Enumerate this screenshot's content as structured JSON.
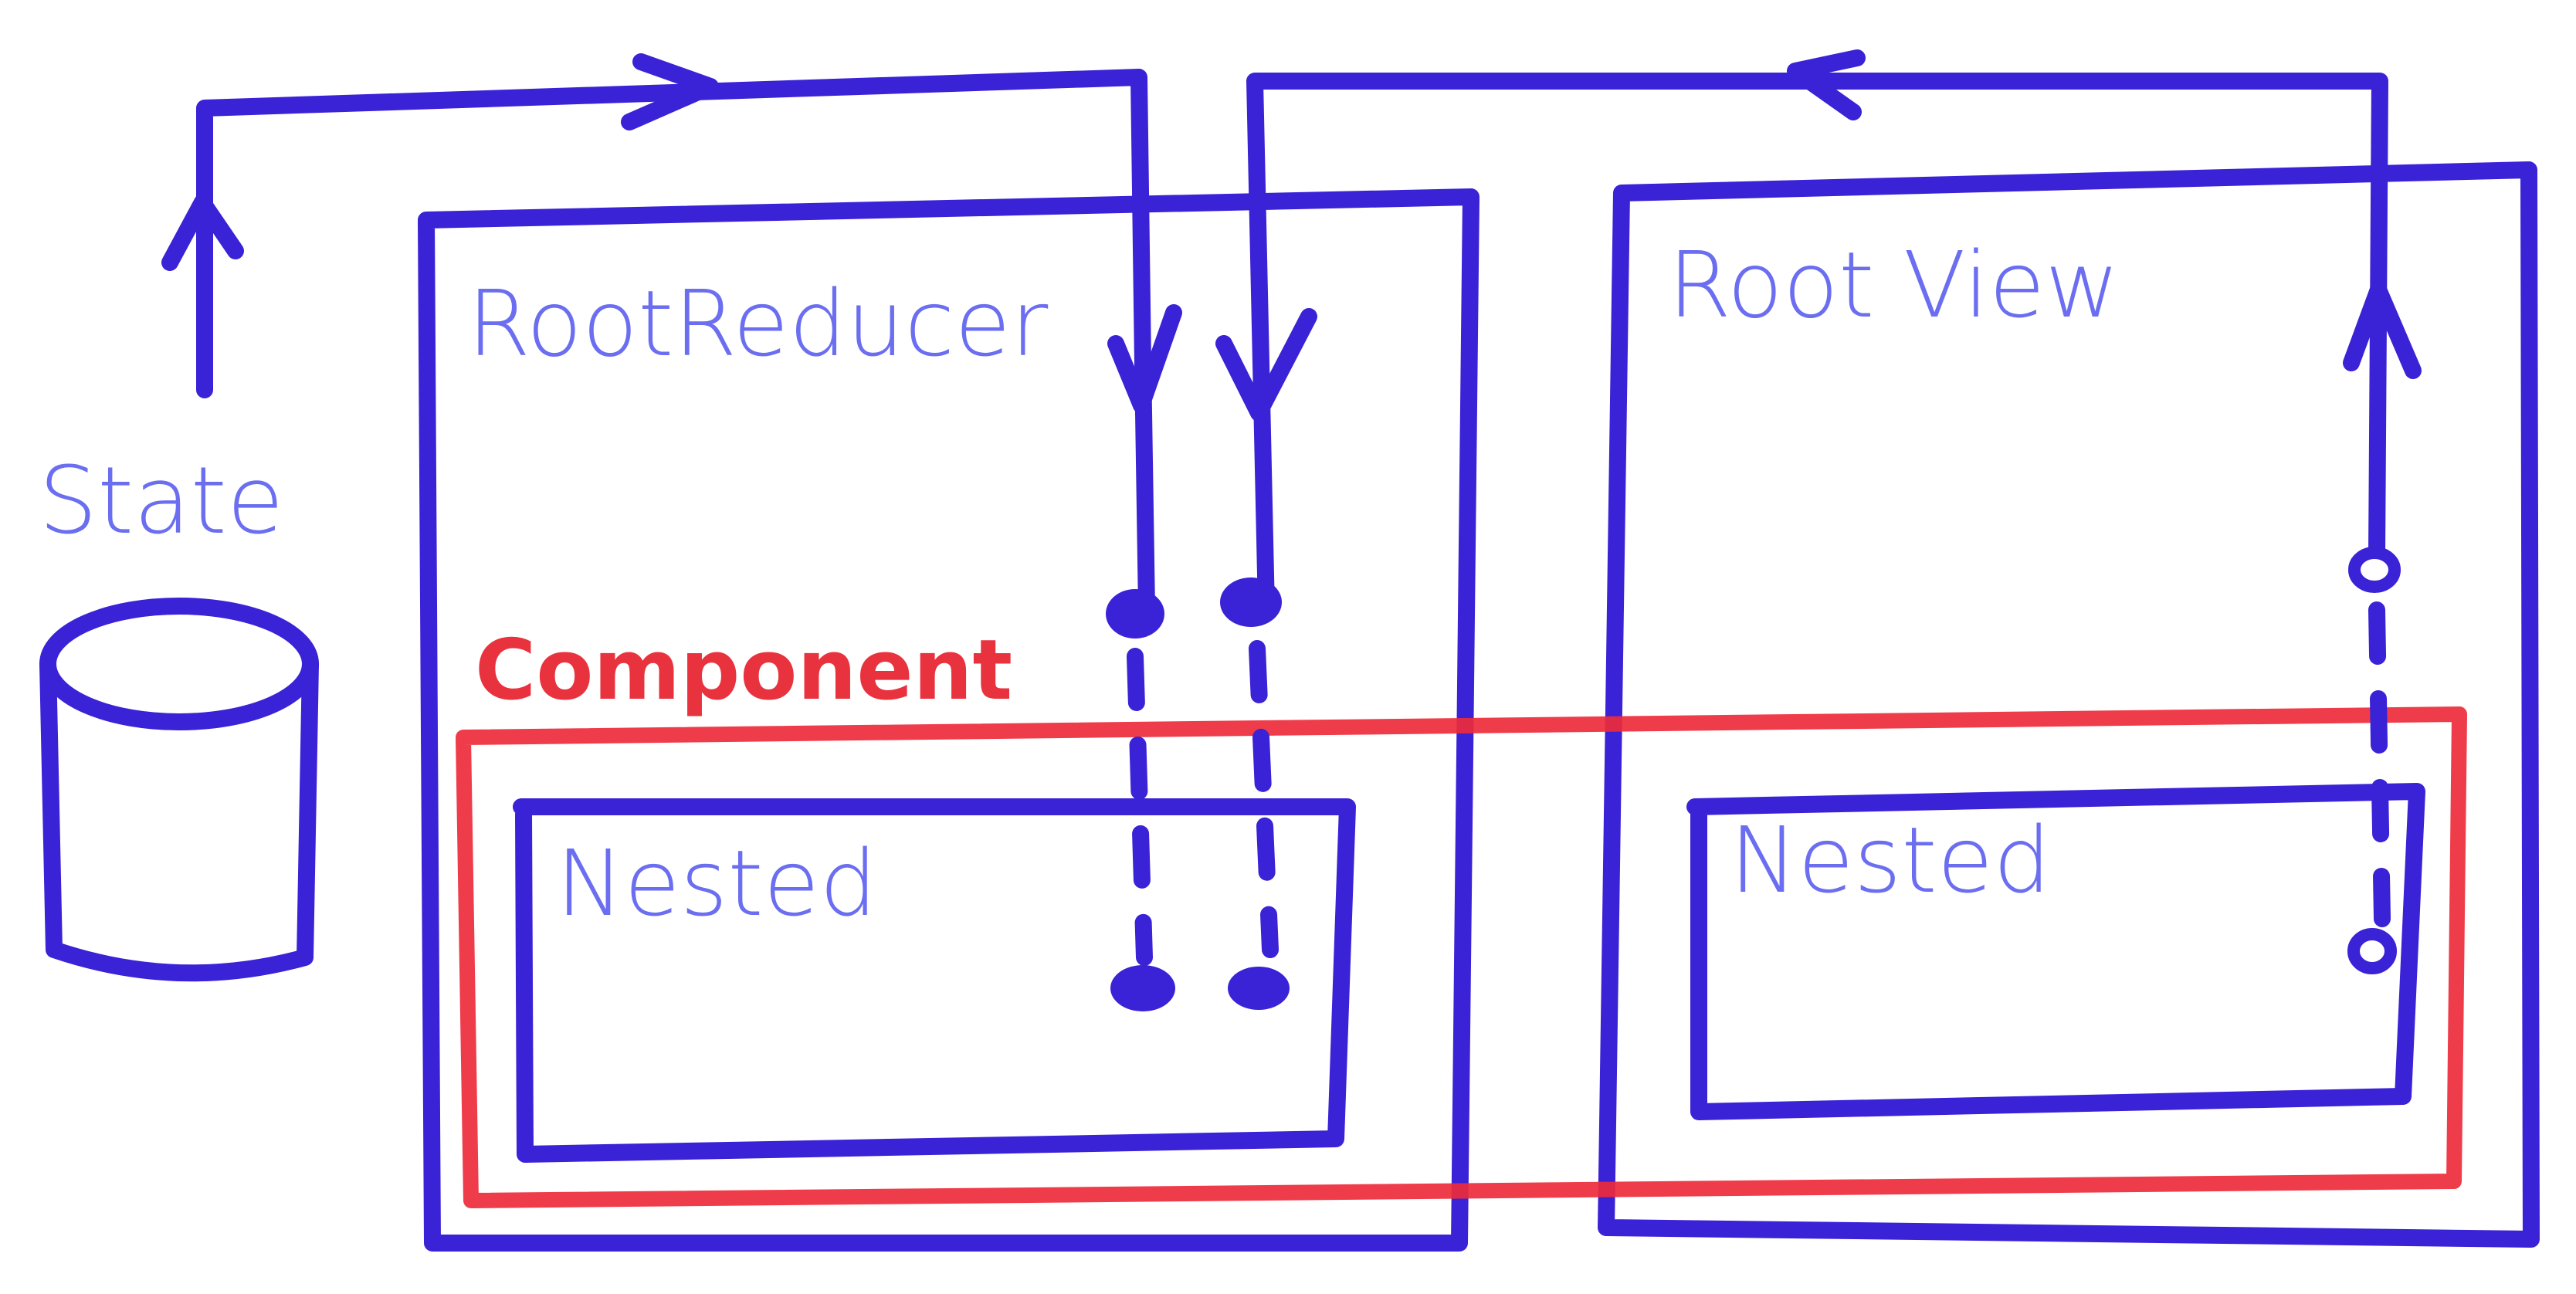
{
  "labels": {
    "state": "State",
    "root_reducer": "RootReducer",
    "root_view": "Root View",
    "component": "Component",
    "nested_left": "Nested",
    "nested_right": "Nested"
  },
  "colors": {
    "box_stroke": "#3a22d6",
    "label_text": "#6b6ef0",
    "component_stroke": "#ee2b3b",
    "background": "#ffffff"
  }
}
